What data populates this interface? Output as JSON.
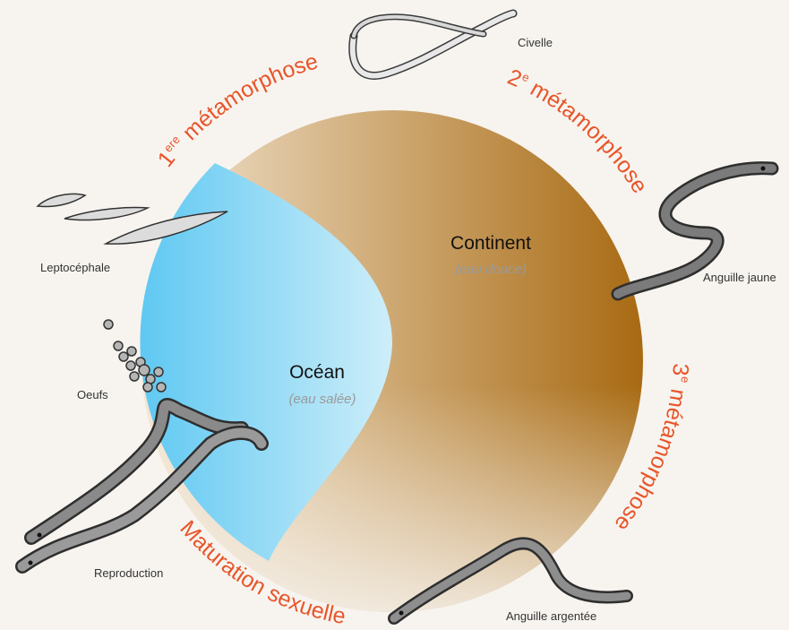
{
  "colors": {
    "ocean_light": "#cdeef9",
    "ocean_dark": "#5fc8f2",
    "continent_light": "#f3e6d3",
    "continent_dark": "#a86a12",
    "accent": "#e8552a",
    "eel_body": "#7d7d7d",
    "eel_outline": "#3a3a3a"
  },
  "zones": {
    "continent": {
      "title": "Continent",
      "subtitle": "(eau douce)"
    },
    "ocean": {
      "title": "Océan",
      "subtitle": "(eau salée)"
    }
  },
  "stages": {
    "civelle": "Civelle",
    "anguille_jaune": "Anguille jaune",
    "anguille_argentee": "Anguille argentée",
    "reproduction": "Reproduction",
    "oeufs": "Oeufs",
    "leptocephale": "Leptocéphale"
  },
  "transitions": {
    "first": {
      "num": "1",
      "sup": "ere",
      "text": " métamorphose"
    },
    "second": {
      "num": "2",
      "sup": "e",
      "text": " métamorphose"
    },
    "third": {
      "num": "3",
      "sup": "e",
      "text": " métamorphose"
    },
    "maturation": "Maturation sexuelle"
  },
  "icons": {
    "civelle": "glass-eel-icon",
    "anguille_jaune": "yellow-eel-icon",
    "anguille_argentee": "silver-eel-icon",
    "reproduction": "spawning-eels-icon",
    "oeufs": "eggs-icon",
    "leptocephale": "leptocephalus-larvae-icon"
  }
}
